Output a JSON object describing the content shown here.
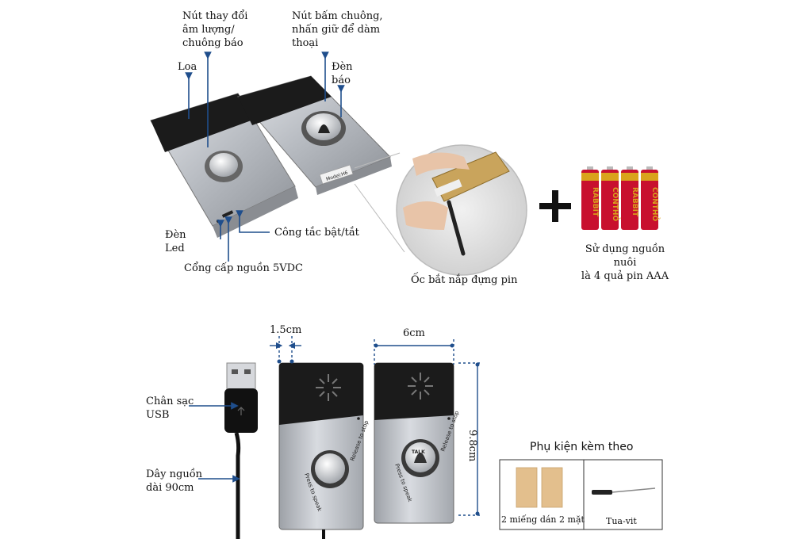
{
  "callouts": {
    "volume_button": "Nút thay đổi\nâm lượng/\nchuông báo",
    "speaker": "Loa",
    "bell_button": "Nút bấm chuông,\nnhấn giữ để dàm\nthoại",
    "indicator_light": "Đèn\nbáo",
    "led_light": "Đèn\nLed",
    "power_switch": "Công tắc bật/tắt",
    "power_port": "Cổng cấp nguồn 5VDC",
    "battery_screw": "Ốc bắt nắp đựng pin",
    "battery_note": "Sử dụng nguồn nuôi\nlà 4 quả pin AAA",
    "usb_plug": "Chân sạc\nUSB",
    "power_cord": "Dây nguồn\ndài 90cm"
  },
  "dimensions": {
    "thickness": "1.5cm",
    "width": "6cm",
    "height": "9.8cm"
  },
  "device_text": {
    "model": "Model:H6",
    "press_to_speak": "Press to speak",
    "release_to_stop": "Release to stop",
    "talk": "TALK"
  },
  "batteries": {
    "labels": [
      "RABBIT",
      "CONTHỎ",
      "RABBIT",
      "CONTHỎ"
    ]
  },
  "accessories": {
    "title": "Phụ kiện kèm theo",
    "items": [
      "2 miếng dán 2 mặt",
      "Tua-vit"
    ]
  },
  "colors": {
    "callout_line": "#1f4e8c",
    "device_silver": "#c4c7cc",
    "device_black": "#1b1b1b",
    "battery_red": "#c8102e",
    "battery_gold": "#d9a31c",
    "adhesive_pad": "#e3bf8d",
    "plus_sign": "#111111"
  }
}
